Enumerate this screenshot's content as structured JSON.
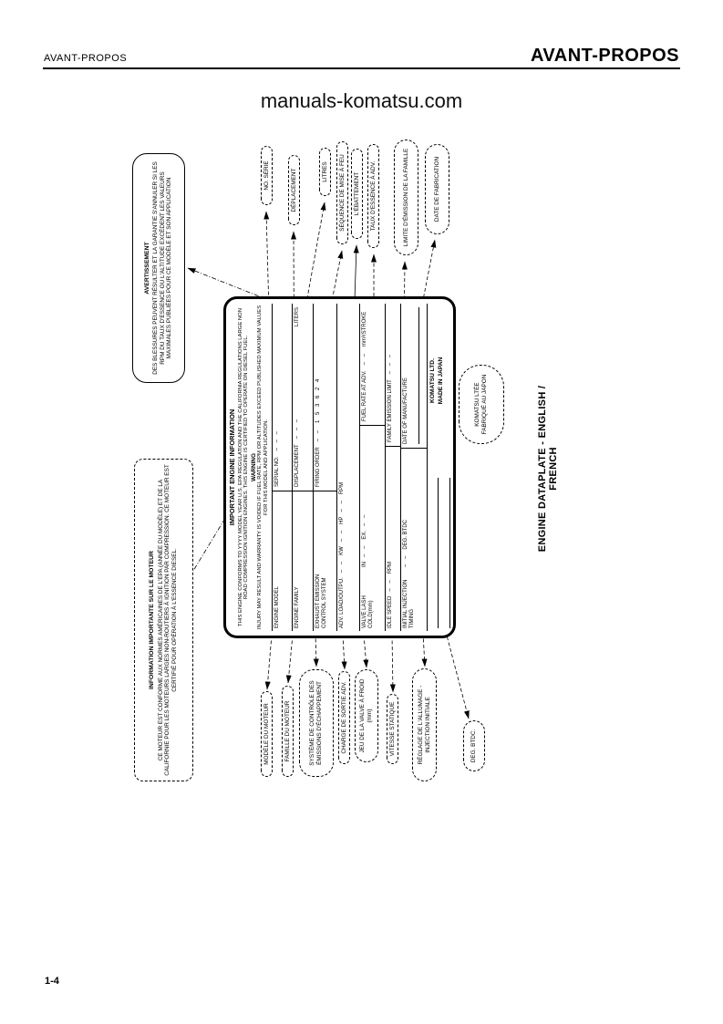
{
  "page": {
    "header_left": "AVANT-PROPOS",
    "header_right": "AVANT-PROPOS",
    "watermark": "manuals-komatsu.com",
    "page_number": "1-4",
    "caption": "ENGINE DATAPLATE - ENGLISH / FRENCH"
  },
  "warning_bubble": {
    "title": "AVERTISSEMENT",
    "body": "DES BLESSURES PEUVENT RÉSULTER ET LA GARANTIE S'ANNULER SI LES RPM DU TAUX D'ESSENCE OU L'ALTITUDE EXCÈDENT LES VALEURS MAXIMALES PUBLIÉES POUR CE MODÈLE ET SON APPLICATION"
  },
  "info_bubble": {
    "title": "INFORMATION IMPORTANTE SUR LE MOTEUR",
    "body": "CE MOTEUR EST CONFORME AUX NORMES AMÉRICAINES DE L'EPA (ANNÉE DU MODÈLE) ET DE LA CALIFORNIE POUR LES MOTEURS LARGES NON-ROUTIERS À IGNITION PAR COMPRESSION. CE MOTEUR EST CERTIFIÉ POUR OPÉRATION À L'ESSENCE DIESEL."
  },
  "plate": {
    "title": "IMPORTANT ENGINE INFORMATION",
    "intro": "THIS ENGINE CONFORMS TO YYYY MODEL YEAR U.S. EPA REGULATION AND THE CALIFORNIA REGULATIONS LARGE NON ROAD COMPRESSION IGNITION ENGINES. THIS ENGINE IS CERTIFIED TO OPERATE ON DIESEL FUEL.",
    "warning_title": "WARNING",
    "warning_body": "INJURY MAY RESULT AND WARRANTY IS VOIDED IF FUEL RATE, RPM OR ALTITUDES EXCEED PUBLISHED MAXIMUM VALUES FOR THIS MODEL AND APPLICATION.",
    "blank": "– – –",
    "blank2": "– –",
    "rows": {
      "engine_model": "ENGINE MODEL",
      "serial_no": "SERIAL NO.",
      "engine_family": "ENGINE FAMILY",
      "displacement": "DISPLACEMENT",
      "liters": "LITERS",
      "exhaust_emission": "EXHAUST EMISSION CONTROL SYSTEM",
      "firing_order": "FIRING ORDER",
      "firing_order_value": "1 5 3 6 2 4",
      "adv_load": "ADV. LOAD/OUTPU.",
      "kw": "KW",
      "hp": "HP",
      "rpm": "RPM",
      "valve_lash": "VALVE LASH COLD(mm)",
      "in": "IN",
      "ex": "EX.",
      "fuel_rate": "FUEL RATE AT ADV.",
      "mm3_stroke": "mm³/STROKE",
      "idle_speed": "IDLE SPEED",
      "rpm2": "RPM",
      "family_emission": "FAMILY EMISSION LIMIT",
      "initial_injection": "INITIAL INJECTION TIMING",
      "deg_btdc": "DEG. BTDC",
      "date_of_manufacture": "DATE OF MANUFACTURE"
    },
    "maker_line1": "KOMATSU LTD.",
    "maker_line2": "MADE IN JAPAN"
  },
  "callouts_top": [
    {
      "label": "NO. SÉRIE"
    },
    {
      "label": "DÉPLACEMENT"
    },
    {
      "label": "LITRES"
    },
    {
      "label": "SÉQUENCE DE MISE À FEU"
    },
    {
      "label": "L'ÉBATTEMENT"
    },
    {
      "label": "TAUX D'ESSENCE À ADV."
    },
    {
      "label": "LIMITE D'ÉMISSION DE LA FAMILLE"
    },
    {
      "label": "DATE DE FABRICATION"
    }
  ],
  "callouts_bottom": [
    {
      "label": "MODÈLE DU MOTEUR"
    },
    {
      "label": "FAMILLE DU MOTEUR"
    },
    {
      "label": "SYSTÈME DE CONTRÔLE DES ÉMISSIONS D'ÉCHAPPEMENT"
    },
    {
      "label": "CHARGE DE SORTIE ADV."
    },
    {
      "label": "JEU DE LA VALVE À FROID (mm)"
    },
    {
      "label": "VITESSE STATIQUE"
    },
    {
      "label": "RÉGLAGE DE L'ALLUMAGE - INJECTION INITIALE"
    },
    {
      "label": "DEG. BTDC."
    }
  ],
  "komatsu_bubble": {
    "line1": "KOMATSU LTÉE",
    "line2": "FABRIQUÉ AU JAPON"
  }
}
